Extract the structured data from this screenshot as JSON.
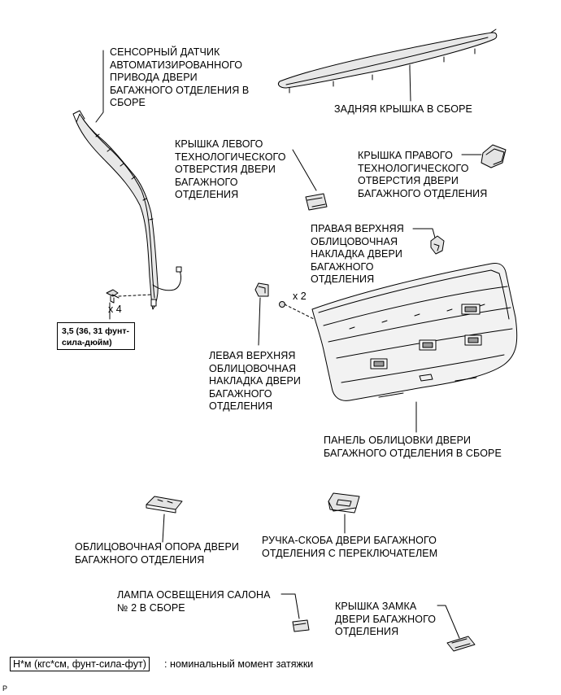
{
  "parts": {
    "sensor": "СЕНСОРНЫЙ ДАТЧИК\nАВТОМАТИЗИРОВАННОГО\nПРИВОДА ДВЕРИ\nБАГАЖНОГО ОТДЕЛЕНИЯ В\nСБОРЕ",
    "rear_cover": "ЗАДНЯЯ КРЫШКА В СБОРЕ",
    "left_hole_cover": "КРЫШКА ЛЕВОГО\nТЕХНОЛОГИЧЕСКОГО\nОТВЕРСТИЯ ДВЕРИ\nБАГАЖНОГО\nОТДЕЛЕНИЯ",
    "right_hole_cover": "КРЫШКА ПРАВОГО\nТЕХНОЛОГИЧЕСКОГО\nОТВЕРСТИЯ ДВЕРИ\nБАГАЖНОГО ОТДЕЛЕНИЯ",
    "right_upper_garnish": "ПРАВАЯ ВЕРХНЯЯ\nОБЛИЦОВОЧНАЯ\nНАКЛАДКА ДВЕРИ\nБАГАЖНОГО\nОТДЕЛЕНИЯ",
    "left_upper_garnish": "ЛЕВАЯ ВЕРХНЯЯ\nОБЛИЦОВОЧНАЯ\nНАКЛАДКА ДВЕРИ\nБАГАЖНОГО\nОТДЕЛЕНИЯ",
    "trim_panel": "ПАНЕЛЬ ОБЛИЦОВКИ ДВЕРИ\nБАГАЖНОГО ОТДЕЛЕНИЯ В СБОРЕ",
    "trim_support": "ОБЛИЦОВОЧНАЯ ОПОРА ДВЕРИ\nБАГАЖНОГО ОТДЕЛЕНИЯ",
    "handle": "РУЧКА-СКОБА ДВЕРИ БАГАЖНОГО\nОТДЕЛЕНИЯ С ПЕРЕКЛЮЧАТЕЛЕМ",
    "room_lamp": "ЛАМПА ОСВЕЩЕНИЯ САЛОНА\n№ 2 В СБОРЕ",
    "lock_cover": "КРЫШКА ЗАМКА\nДВЕРИ БАГАЖНОГО\nОТДЕЛЕНИЯ"
  },
  "quantities": {
    "screws": "x 4",
    "clips": "x 2"
  },
  "torque": "3,5 (36, 31 фунт-\nсила-дюйм)",
  "legend": {
    "units": "Н*м (кгс*см, фунт-сила-фут)",
    "description": ": номинальный момент затяжки"
  },
  "corner_code": "P"
}
